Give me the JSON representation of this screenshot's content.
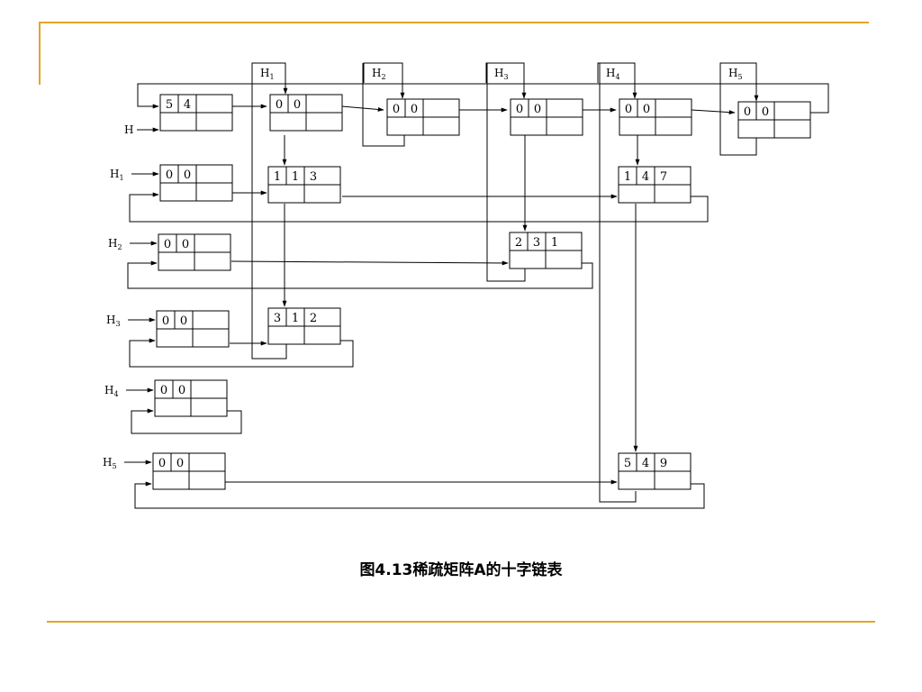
{
  "caption": "图4.13稀疏矩阵A的十字链表",
  "head_pointer_label": "H",
  "head_labels": [
    "H1",
    "H2",
    "H3",
    "H4",
    "H5"
  ],
  "column_heads": [
    {
      "label": "H",
      "sub": "1",
      "row": "0",
      "col": "0"
    },
    {
      "label": "H",
      "sub": "2",
      "row": "0",
      "col": "0"
    },
    {
      "label": "H",
      "sub": "3",
      "row": "0",
      "col": "0"
    },
    {
      "label": "H",
      "sub": "4",
      "row": "0",
      "col": "0"
    },
    {
      "label": "H",
      "sub": "5",
      "row": "0",
      "col": "0"
    }
  ],
  "row_heads": [
    {
      "label": "H",
      "sub": "1",
      "row": "0",
      "col": "0"
    },
    {
      "label": "H",
      "sub": "2",
      "row": "0",
      "col": "0"
    },
    {
      "label": "H",
      "sub": "3",
      "row": "0",
      "col": "0"
    },
    {
      "label": "H",
      "sub": "4",
      "row": "0",
      "col": "0"
    },
    {
      "label": "H",
      "sub": "5",
      "row": "0",
      "col": "0"
    }
  ],
  "matrix_head": {
    "rows": "5",
    "cols": "4"
  },
  "elements": [
    {
      "row": "1",
      "col": "1",
      "value": "3"
    },
    {
      "row": "1",
      "col": "4",
      "value": "7"
    },
    {
      "row": "2",
      "col": "3",
      "value": "1"
    },
    {
      "row": "3",
      "col": "1",
      "value": "2"
    },
    {
      "row": "5",
      "col": "4",
      "value": "9"
    }
  ]
}
